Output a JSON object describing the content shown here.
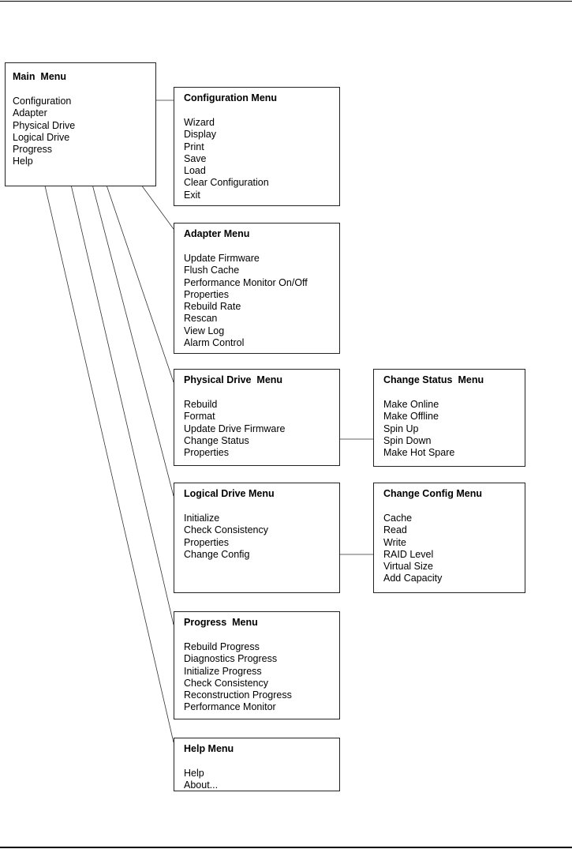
{
  "menus": {
    "main": {
      "title": "Main  Menu",
      "items": [
        "Configuration",
        "Adapter",
        "Physical Drive",
        "Logical Drive",
        "Progress",
        "Help"
      ]
    },
    "configuration": {
      "title": "Configuration Menu",
      "items": [
        "Wizard",
        "Display",
        "Print",
        "Save",
        "Load",
        "Clear Configuration",
        "Exit"
      ]
    },
    "adapter": {
      "title": "Adapter Menu",
      "items": [
        "Update Firmware",
        "Flush Cache",
        "Performance Monitor On/Off",
        "Properties",
        "Rebuild Rate",
        "Rescan",
        "View Log",
        "Alarm Control"
      ]
    },
    "physical": {
      "title": "Physical Drive  Menu",
      "items": [
        "Rebuild",
        "Format",
        "Update Drive Firmware",
        "Change Status",
        "Properties"
      ]
    },
    "change_status": {
      "title": "Change Status  Menu",
      "items": [
        "Make Online",
        "Make Offline",
        "Spin Up",
        "Spin Down",
        "Make Hot Spare"
      ]
    },
    "logical": {
      "title": "Logical Drive Menu",
      "items": [
        "Initialize",
        "Check Consistency",
        "Properties",
        "Change Config"
      ]
    },
    "change_config": {
      "title": "Change Config Menu",
      "items": [
        "Cache",
        "Read",
        "Write",
        "RAID Level",
        "Virtual Size",
        "Add Capacity"
      ]
    },
    "progress": {
      "title": "Progress  Menu",
      "items": [
        "Rebuild Progress",
        "Diagnostics Progress",
        "Initialize Progress",
        "Check Consistency",
        "Reconstruction Progress",
        "Performance Monitor"
      ]
    },
    "help": {
      "title": "Help Menu",
      "items": [
        "Help",
        "About..."
      ]
    }
  },
  "connections": [
    {
      "from": "main.Configuration",
      "to": "configuration"
    },
    {
      "from": "main.Adapter",
      "to": "adapter"
    },
    {
      "from": "main.Physical Drive",
      "to": "physical"
    },
    {
      "from": "main.Logical Drive",
      "to": "logical"
    },
    {
      "from": "main.Progress",
      "to": "progress"
    },
    {
      "from": "main.Help",
      "to": "help"
    },
    {
      "from": "physical.Change Status",
      "to": "change_status"
    },
    {
      "from": "logical.Change Config",
      "to": "change_config"
    }
  ]
}
